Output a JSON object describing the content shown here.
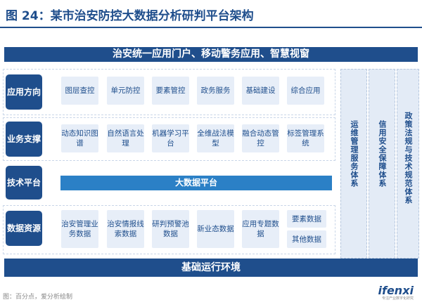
{
  "title": "图 24：某市治安防控大数据分析研判平台架构",
  "top_banner": "治安统一应用门户、移动警务应用、智慧视窗",
  "bottom_banner": "基础运行环境",
  "rows": {
    "application": {
      "label": "应用方向",
      "cells": [
        "图层查控",
        "单元防控",
        "要素管控",
        "政务服务",
        "基础建设",
        "综合应用"
      ]
    },
    "business": {
      "label": "业务支撑",
      "cells": [
        "动态知识图谱",
        "自然语言处理",
        "机器学习平台",
        "全维战法模型",
        "融合动态管控",
        "标签管理系统"
      ]
    },
    "technology": {
      "label": "技术平台",
      "platform": "大数据平台"
    },
    "data": {
      "label": "数据资源",
      "cells": [
        "治安管理业务数据",
        "治安情报线索数据",
        "研判预警池数据",
        "新业态数据",
        "应用专题数据"
      ],
      "stack": [
        "要素数据",
        "其他数据"
      ]
    }
  },
  "side_columns": [
    "运维管理服务体系",
    "信用安全保障体系",
    "政策法规与技术规范体系"
  ],
  "source": "图：百分点，爱分析绘制",
  "logo": {
    "word": "ifenxi",
    "tagline": "专注产业数字化研究"
  }
}
